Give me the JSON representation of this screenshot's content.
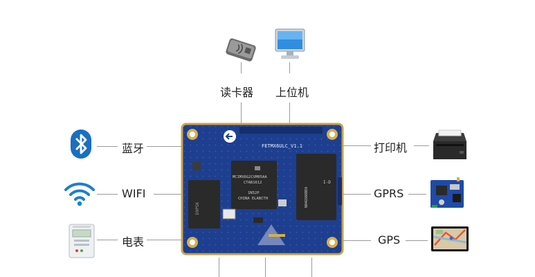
{
  "top_labels": {
    "card_reader": "读卡器",
    "host_computer": "上位机"
  },
  "left_labels": {
    "bluetooth": "蓝牙",
    "wifi": "WIFI",
    "meter": "电表"
  },
  "right_labels": {
    "printer": "打印机",
    "gprs": "GPRS",
    "gps": "GPS"
  },
  "board": {
    "model_text": "FETMX6ULC_V1.1",
    "cpu_line1": "MCIMX6G2CVM05AA",
    "cpu_line2": "CTAB1612",
    "cpu_line3": "1N52P",
    "cpu_line4": "CHINA ELABCTH",
    "mem_line1": "I-D",
    "mem_line2": "N04GS08BEA",
    "ram_line": "D9PSK"
  },
  "colors": {
    "pcb": "#1e3f8f",
    "pcb_dark": "#152e6e",
    "pcb_border": "#c9a24a",
    "pad_gold": "#d6b04a",
    "chip": "#2a2a2a",
    "bluetooth_blue": "#1a6fc2",
    "wifi_blue": "#1a7fd0",
    "connector_line": "#9a9a9a"
  },
  "icons": [
    "card-reader-icon",
    "monitor-icon",
    "bluetooth-icon",
    "wifi-icon",
    "electric-meter-icon",
    "printer-icon",
    "gprs-module-icon",
    "gps-navigator-icon"
  ]
}
